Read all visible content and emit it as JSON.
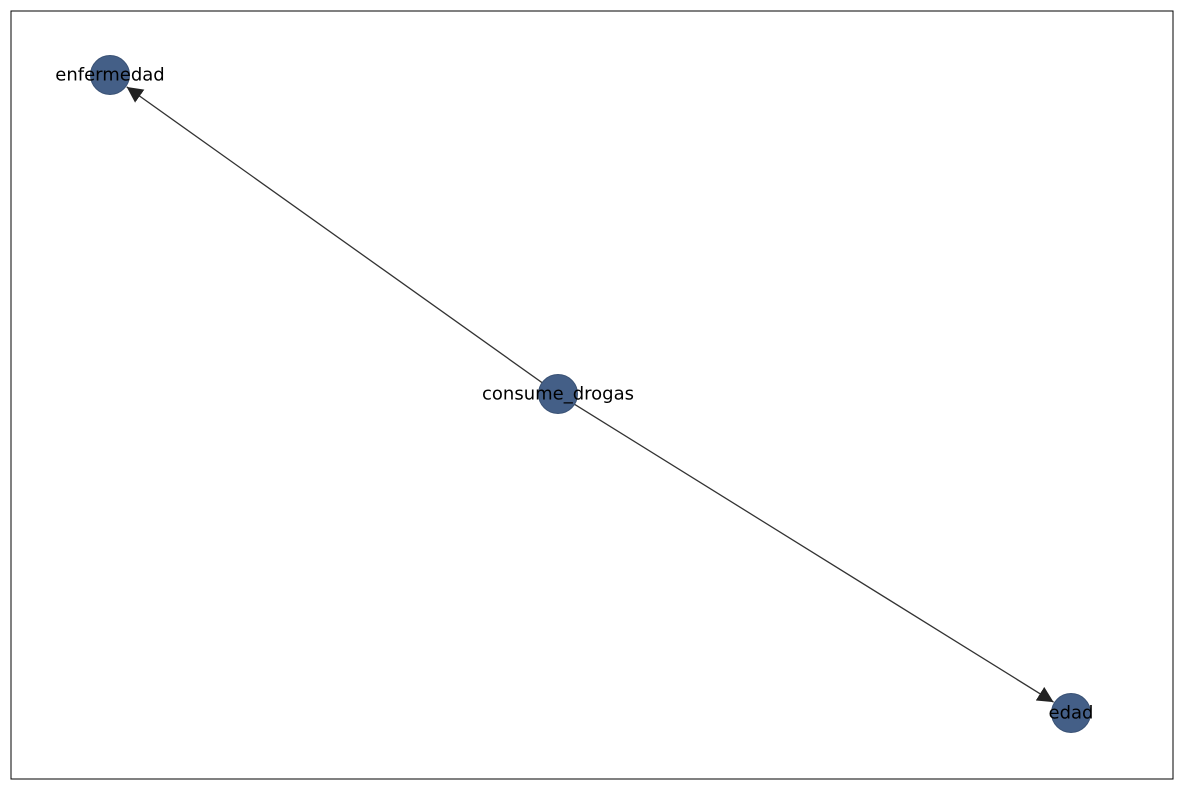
{
  "graph": {
    "nodes": [
      {
        "id": "enfermedad",
        "label": "enfermedad"
      },
      {
        "id": "consume_drogas",
        "label": "consume_drogas"
      },
      {
        "id": "edad",
        "label": "edad"
      }
    ],
    "edges": [
      {
        "from": "consume_drogas",
        "to": "enfermedad",
        "directed": true
      },
      {
        "from": "consume_drogas",
        "to": "edad",
        "directed": true
      }
    ],
    "colors": {
      "node_fill": "#445f87",
      "node_stroke": "#3a5275",
      "edge": "#333333",
      "arrowhead": "#222222",
      "frame": "#000000",
      "background": "#ffffff"
    }
  }
}
